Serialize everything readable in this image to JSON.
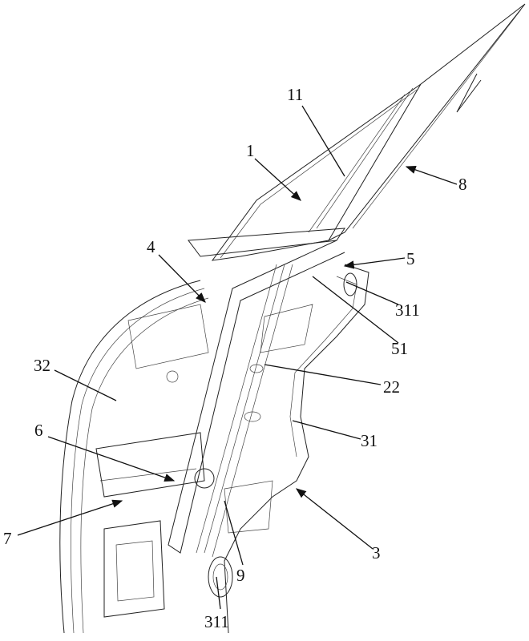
{
  "figure": {
    "labels": [
      {
        "id": "label-11",
        "text": "11"
      },
      {
        "id": "label-1",
        "text": "1"
      },
      {
        "id": "label-8",
        "text": "8"
      },
      {
        "id": "label-4",
        "text": "4"
      },
      {
        "id": "label-5",
        "text": "5"
      },
      {
        "id": "label-311-top",
        "text": "311"
      },
      {
        "id": "label-51",
        "text": "51"
      },
      {
        "id": "label-32",
        "text": "32"
      },
      {
        "id": "label-22",
        "text": "22"
      },
      {
        "id": "label-31",
        "text": "31"
      },
      {
        "id": "label-6",
        "text": "6"
      },
      {
        "id": "label-7",
        "text": "7"
      },
      {
        "id": "label-3",
        "text": "3"
      },
      {
        "id": "label-9",
        "text": "9"
      },
      {
        "id": "label-311-bottom",
        "text": "311"
      }
    ]
  }
}
